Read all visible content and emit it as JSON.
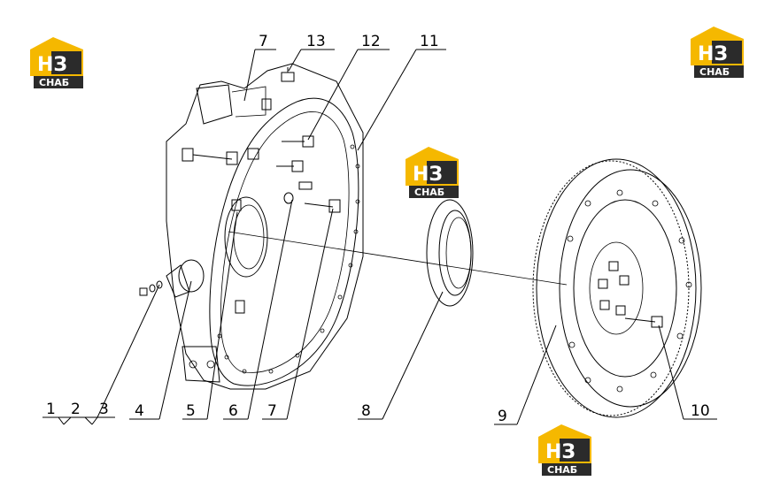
{
  "diagram": {
    "callouts": [
      "1",
      "2",
      "3",
      "4",
      "5",
      "6",
      "7",
      "8",
      "9",
      "10",
      "11",
      "12",
      "13",
      "7"
    ]
  },
  "watermark": {
    "monogram": "НЗ",
    "subtitle": "СНАБ",
    "colors": {
      "accent": "#f5b800",
      "dark": "#2b2b2b",
      "text": "#ffffff"
    }
  },
  "colors": {
    "ink": "#000000",
    "background": "#ffffff"
  }
}
